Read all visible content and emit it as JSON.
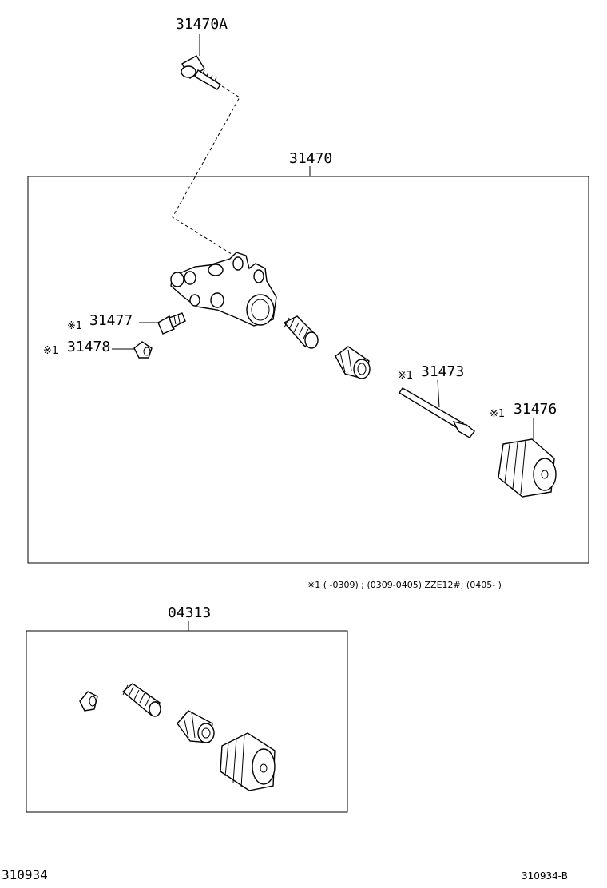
{
  "labels": {
    "bolt": "31470A",
    "cylinder_assy": "31470",
    "bleeder_plug": "31477",
    "bleeder_cap": "31478",
    "push_rod": "31473",
    "boot": "31476",
    "kit": "04313"
  },
  "star_mark": "※1",
  "note": "※1 (      -0309) ; (0309-0405) ZZE12#; (0405-      )",
  "footer": {
    "left_code": "310934",
    "right_code": "310934-B"
  }
}
